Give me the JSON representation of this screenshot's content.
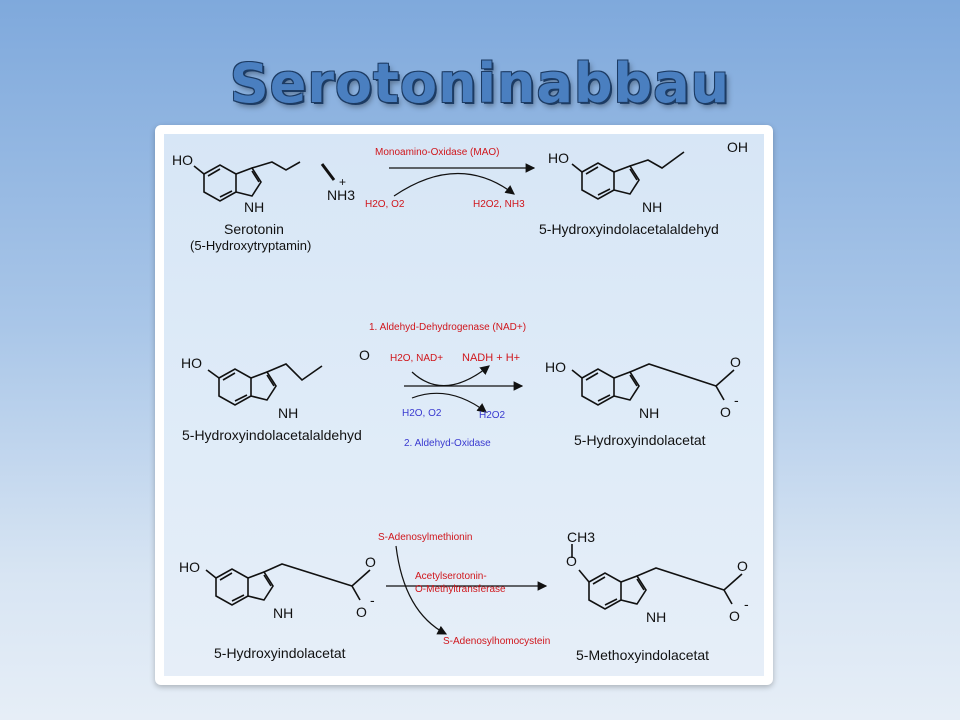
{
  "title": "Serotoninabbau",
  "row1": {
    "left_name": "Serotonin",
    "left_sub": "(5-Hydroxytryptamin)",
    "enzyme": "Monoamino-Oxidase (MAO)",
    "reagents_in": "H2O, O2",
    "reagents_out": "H2O2, NH3",
    "right_name": "5-Hydroxyindolacetalaldehyd",
    "labels": {
      "ho": "HO",
      "nh": "NH",
      "nh3": "NH3",
      "plus": "+",
      "oh": "OH"
    }
  },
  "row2": {
    "left_name": "5-Hydroxyindolacetalaldehyd",
    "enzyme1": "1. Aldehyd-Dehydrogenase (NAD+)",
    "in1": "H2O, NAD+",
    "out1": "NADH + H+",
    "in2": "H2O, O2",
    "out2": "H2O2",
    "enzyme2": "2. Aldehyd-Oxidase",
    "right_name": "5-Hydroxyindolacetat",
    "labels": {
      "ho": "HO",
      "nh": "NH",
      "o": "O",
      "minus": "-"
    }
  },
  "row3": {
    "left_name": "5-Hydroxyindolacetat",
    "cofactor_in": "S-Adenosylmethionin",
    "enzyme_line1": "Acetylserotonin-",
    "enzyme_line2": "O-Methyltransferase",
    "cofactor_out": "S-Adenosylhomocystein",
    "right_name": "5-Methoxyindolacetat",
    "labels": {
      "ho": "HO",
      "nh": "NH",
      "o": "O",
      "minus": "-",
      "ch3": "CH3"
    }
  }
}
